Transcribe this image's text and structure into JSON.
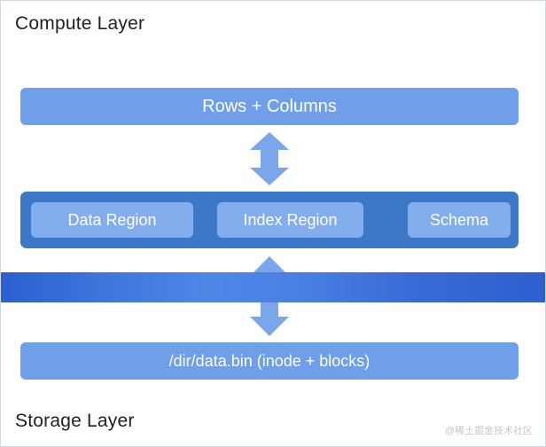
{
  "diagram": {
    "compute_layer_title": "Compute Layer",
    "storage_layer_title": "Storage Layer",
    "rows_columns_label": "Rows + Columns",
    "regions": [
      {
        "label": "Data Region"
      },
      {
        "label": "Index Region"
      },
      {
        "label": "Schema"
      }
    ],
    "file_label": "/dir/data.bin (inode + blocks)",
    "arrows": [
      {
        "name": "arrow-rows-to-regions",
        "direction": "bidirectional-vertical"
      },
      {
        "name": "arrow-regions-to-file",
        "direction": "bidirectional-vertical"
      }
    ],
    "colors": {
      "light_blue": "#6f9fe8",
      "mid_blue": "#83adec",
      "dark_blue": "#3d78c8",
      "band_blue": "#2a5fd0",
      "arrow_blue": "#7aa7ec",
      "text_dark": "#202124"
    }
  },
  "watermark": "@稀土掘金技术社区"
}
